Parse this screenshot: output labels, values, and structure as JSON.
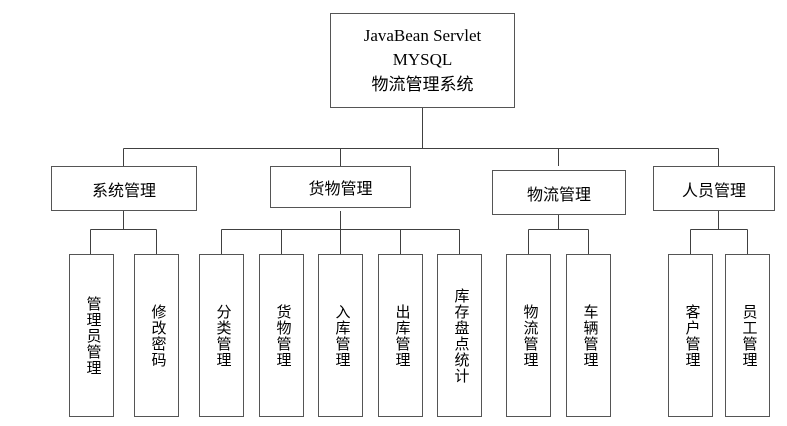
{
  "diagram": {
    "type": "org-chart",
    "title_node": {
      "id": "root",
      "line1": "JavaBean Servlet",
      "line2": "MYSQL",
      "line3": "物流管理系统"
    },
    "groups": [
      {
        "id": "system",
        "label": "系统管理"
      },
      {
        "id": "goods",
        "label": "货物管理"
      },
      {
        "id": "logistics",
        "label": "物流管理"
      },
      {
        "id": "personnel",
        "label": "人员管理"
      }
    ],
    "leaves": [
      {
        "id": "admin-manage",
        "parent": "system",
        "label": "管理员管理"
      },
      {
        "id": "change-password",
        "parent": "system",
        "label": "修改密码"
      },
      {
        "id": "category-manage",
        "parent": "goods",
        "label": "分类管理"
      },
      {
        "id": "goods-manage",
        "parent": "goods",
        "label": "货物管理"
      },
      {
        "id": "inbound-manage",
        "parent": "goods",
        "label": "入库管理"
      },
      {
        "id": "outbound-manage",
        "parent": "goods",
        "label": "出库管理"
      },
      {
        "id": "stocktake-stats",
        "parent": "goods",
        "label": "库存盘点统计"
      },
      {
        "id": "logistics-manage",
        "parent": "logistics",
        "label": "物流管理"
      },
      {
        "id": "vehicle-manage",
        "parent": "logistics",
        "label": "车辆管理"
      },
      {
        "id": "customer-manage",
        "parent": "personnel",
        "label": "客户管理"
      },
      {
        "id": "employee-manage",
        "parent": "personnel",
        "label": "员工管理"
      }
    ],
    "colors": {
      "border": "#555555",
      "connector": "#404040",
      "background": "#ffffff",
      "text": "#000000"
    }
  }
}
